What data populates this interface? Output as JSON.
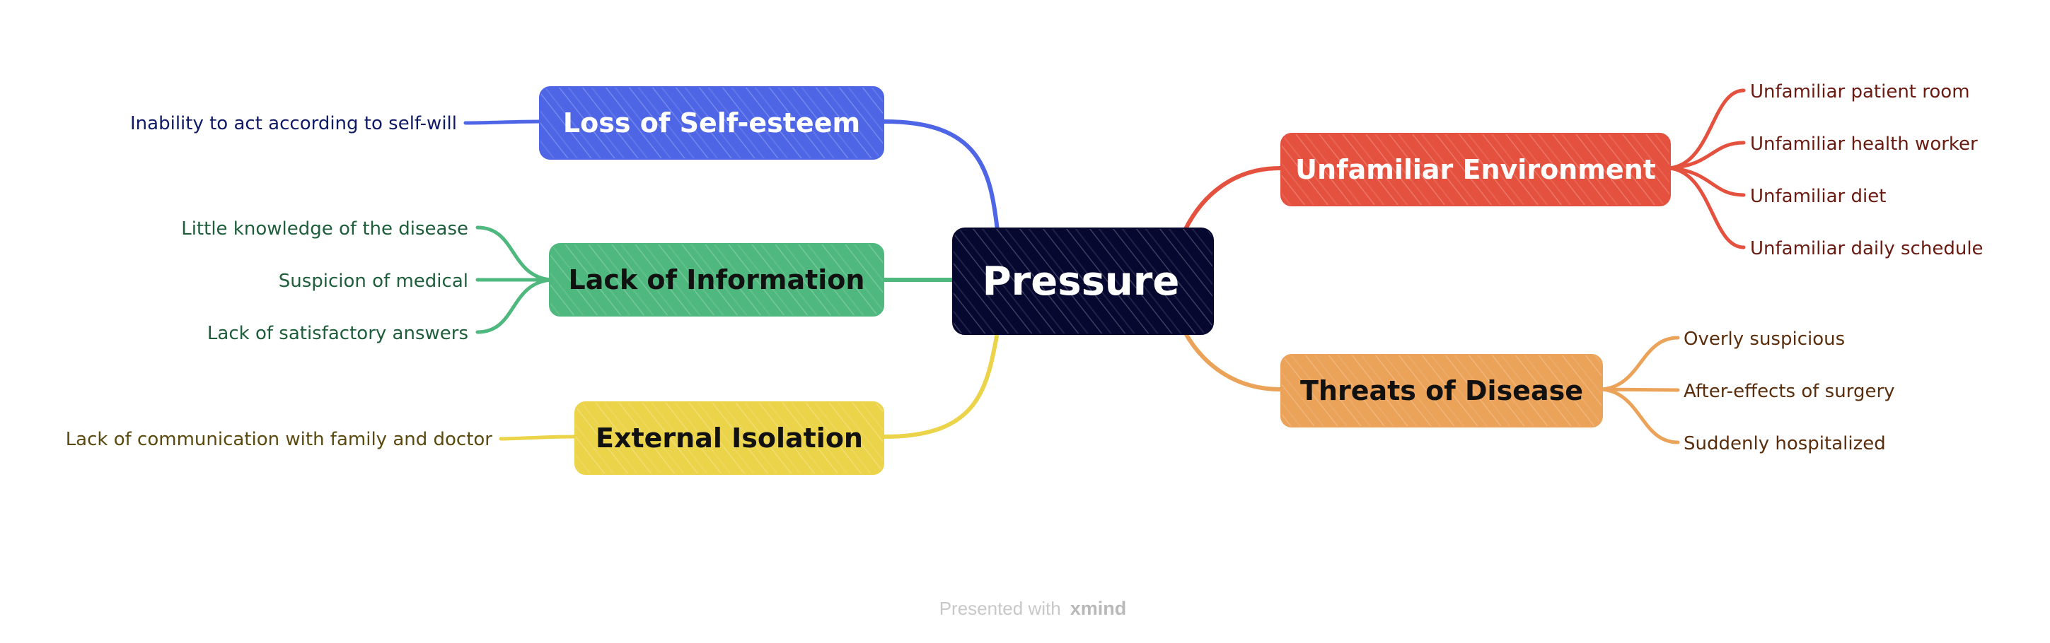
{
  "mindmap": {
    "root": {
      "label": "Pressure",
      "color": "#070830"
    },
    "branches": [
      {
        "label": "Loss of Self-esteem",
        "color": "#4E66E6",
        "text_color": "#ffffff",
        "leaf_color": "#0F1A66",
        "children": [
          "Inability to act according to self-will"
        ]
      },
      {
        "label": "Lack of Information",
        "color": "#4FB87E",
        "text_color": "#111111",
        "leaf_color": "#1E5E3A",
        "children": [
          "Little knowledge of the disease",
          "Suspicion of medical",
          "Lack of satisfactory answers"
        ]
      },
      {
        "label": "External Isolation",
        "color": "#ECD44A",
        "text_color": "#111111",
        "leaf_color": "#5A4A10",
        "children": [
          "Lack of communication with family and doctor"
        ]
      },
      {
        "label": "Unfamiliar Environment",
        "color": "#E5513F",
        "text_color": "#ffffff",
        "leaf_color": "#6A1A10",
        "children": [
          "Unfamiliar patient room",
          "Unfamiliar health worker",
          "Unfamiliar diet",
          "Unfamiliar daily schedule"
        ]
      },
      {
        "label": "Threats of Disease",
        "color": "#EBA259",
        "text_color": "#111111",
        "leaf_color": "#5A2E0C",
        "children": [
          "Overly suspicious",
          "After-effects of surgery",
          "Suddenly hospitalized"
        ]
      }
    ]
  },
  "watermark": {
    "prefix": "Presented with",
    "brand": "xmind"
  }
}
